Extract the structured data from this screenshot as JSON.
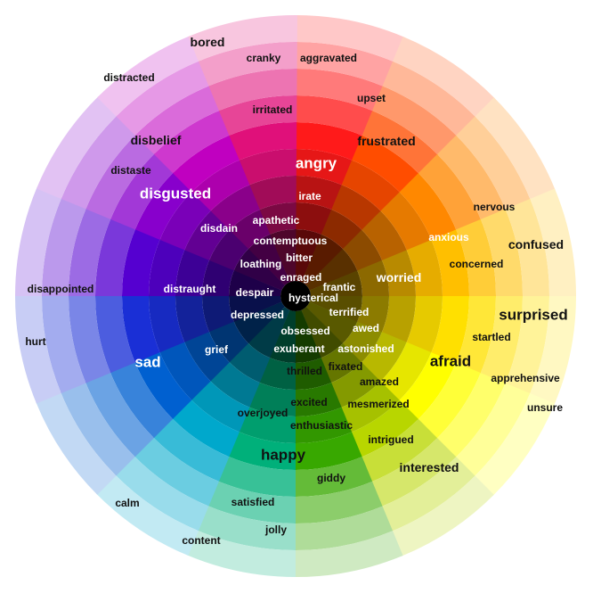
{
  "sectors": [
    {
      "name": "red",
      "base": "#ff1a1a"
    },
    {
      "name": "orange-red",
      "base": "#ff4d00"
    },
    {
      "name": "orange",
      "base": "#ff8800"
    },
    {
      "name": "amber",
      "base": "#ffbf00"
    },
    {
      "name": "yellow-amber",
      "base": "#ffe000"
    },
    {
      "name": "yellow",
      "base": "#ffff00"
    },
    {
      "name": "yellow-green",
      "base": "#b8d600"
    },
    {
      "name": "green",
      "base": "#38a800"
    },
    {
      "name": "teal-green",
      "base": "#00b07a"
    },
    {
      "name": "cyan",
      "base": "#00a8cc"
    },
    {
      "name": "blue",
      "base": "#0060d0"
    },
    {
      "name": "royal-blue",
      "base": "#1a2fd6"
    },
    {
      "name": "indigo",
      "base": "#5500d0"
    },
    {
      "name": "purple",
      "base": "#8800cc"
    },
    {
      "name": "violet",
      "base": "#c000c0"
    },
    {
      "name": "magenta",
      "base": "#e0107a"
    }
  ],
  "words": [
    {
      "text": "angry",
      "size": "l",
      "color": "w"
    },
    {
      "text": "irate",
      "size": "s",
      "color": "w"
    },
    {
      "text": "apathetic",
      "size": "s",
      "color": "w"
    },
    {
      "text": "contemptuous",
      "size": "s",
      "color": "w"
    },
    {
      "text": "bitter",
      "size": "s",
      "color": "w"
    },
    {
      "text": "enraged",
      "size": "s",
      "color": "w"
    },
    {
      "text": "hysterical",
      "size": "s",
      "color": "w"
    },
    {
      "text": "frantic",
      "size": "s",
      "color": "w"
    },
    {
      "text": "terrified",
      "size": "s",
      "color": "w"
    },
    {
      "text": "awed",
      "size": "s",
      "color": "w"
    },
    {
      "text": "astonished",
      "size": "s",
      "color": "w"
    },
    {
      "text": "obsessed",
      "size": "s",
      "color": "w"
    },
    {
      "text": "exuberant",
      "size": "s",
      "color": "w"
    },
    {
      "text": "thrilled",
      "size": "s",
      "color": "b"
    },
    {
      "text": "fixated",
      "size": "s",
      "color": "b"
    },
    {
      "text": "amazed",
      "size": "s",
      "color": "b"
    },
    {
      "text": "excited",
      "size": "s",
      "color": "b"
    },
    {
      "text": "mesmerized",
      "size": "s",
      "color": "b"
    },
    {
      "text": "enthusiastic",
      "size": "s",
      "color": "b"
    },
    {
      "text": "overjoyed",
      "size": "s",
      "color": "b"
    },
    {
      "text": "intrigued",
      "size": "s",
      "color": "b"
    },
    {
      "text": "happy",
      "size": "l",
      "color": "b"
    },
    {
      "text": "giddy",
      "size": "s",
      "color": "b"
    },
    {
      "text": "interested",
      "size": "m",
      "color": "b"
    },
    {
      "text": "satisfied",
      "size": "s",
      "color": "b"
    },
    {
      "text": "jolly",
      "size": "s",
      "color": "b"
    },
    {
      "text": "content",
      "size": "s",
      "color": "b"
    },
    {
      "text": "calm",
      "size": "s",
      "color": "b"
    },
    {
      "text": "afraid",
      "size": "l",
      "color": "b"
    },
    {
      "text": "surprised",
      "size": "l",
      "color": "b"
    },
    {
      "text": "startled",
      "size": "s",
      "color": "b"
    },
    {
      "text": "apprehensive",
      "size": "s",
      "color": "b"
    },
    {
      "text": "unsure",
      "size": "s",
      "color": "b"
    },
    {
      "text": "worried",
      "size": "m",
      "color": "w"
    },
    {
      "text": "concerned",
      "size": "s",
      "color": "b"
    },
    {
      "text": "anxious",
      "size": "s",
      "color": "w"
    },
    {
      "text": "confused",
      "size": "m",
      "color": "b"
    },
    {
      "text": "nervous",
      "size": "s",
      "color": "b"
    },
    {
      "text": "frustrated",
      "size": "m",
      "color": "b"
    },
    {
      "text": "upset",
      "size": "s",
      "color": "b"
    },
    {
      "text": "aggravated",
      "size": "s",
      "color": "b"
    },
    {
      "text": "cranky",
      "size": "s",
      "color": "b"
    },
    {
      "text": "irritated",
      "size": "s",
      "color": "b"
    },
    {
      "text": "bored",
      "size": "m",
      "color": "b"
    },
    {
      "text": "distracted",
      "size": "s",
      "color": "b"
    },
    {
      "text": "disbelief",
      "size": "m",
      "color": "b"
    },
    {
      "text": "distaste",
      "size": "s",
      "color": "b"
    },
    {
      "text": "disgusted",
      "size": "l",
      "color": "w"
    },
    {
      "text": "disdain",
      "size": "s",
      "color": "w"
    },
    {
      "text": "loathing",
      "size": "s",
      "color": "w"
    },
    {
      "text": "despair",
      "size": "s",
      "color": "w"
    },
    {
      "text": "distraught",
      "size": "s",
      "color": "w"
    },
    {
      "text": "depressed",
      "size": "s",
      "color": "w"
    },
    {
      "text": "grief",
      "size": "s",
      "color": "w"
    },
    {
      "text": "sad",
      "size": "l",
      "color": "w"
    },
    {
      "text": "disappointed",
      "size": "s",
      "color": "b"
    },
    {
      "text": "hurt",
      "size": "s",
      "color": "b"
    }
  ]
}
